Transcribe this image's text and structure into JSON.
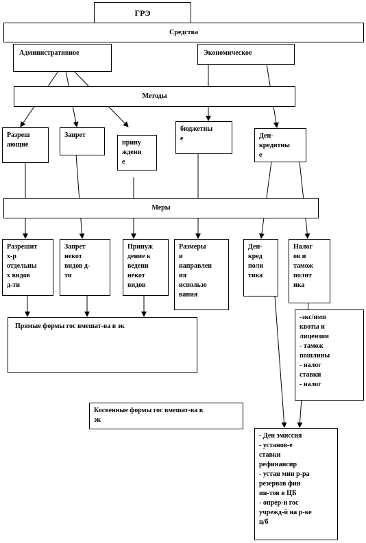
{
  "title": "ГРЭ",
  "tiers": {
    "means": "Средства",
    "methods": "Методы",
    "measures": "Меры"
  },
  "means_types": {
    "admin": "Административное",
    "economic": "Экономическое"
  },
  "methods": {
    "permission": "Разреш\nающие",
    "prohibition": "Запрет",
    "coercion": "прину\nждени\nе",
    "budget": "бюджетны\nе",
    "monetary_credit": "Ден-\nкредитны\nе"
  },
  "measures": {
    "permission": "Разрешит\nх-р\nотдельны\nх видов\nд-ти",
    "prohibition": "Запрет\nнекот\nвидов д-\nти",
    "coercion": "Принуж\nдение к\nведени\nнекот\nвидов",
    "budget": "Размеры\nи\nнаправлен\nия\nиспользо\nвания",
    "monetary": "Ден-\nкред\nполи\nтика",
    "tax_customs": "Налог\nов и\nтамож\nполит\nика"
  },
  "forms": {
    "direct": "Прямые формы гос вмешат-ва в эк",
    "indirect": "Косвенные формы гос вмешат-ва в\nэк"
  },
  "tax_tools": "-экс/имп\nквоты и\nлицензии\n- тамож\nпошлины\n- налог\nставки\n- налог",
  "monetary_tools": "- Ден эмиссия\n- установ-е\nставки\nрефинансир\n- устан мин р-ра\nрезервов фин\nин-тов в ЦБ\n- опрер-и гос\nучрежд-й на р-ке\nц/б"
}
